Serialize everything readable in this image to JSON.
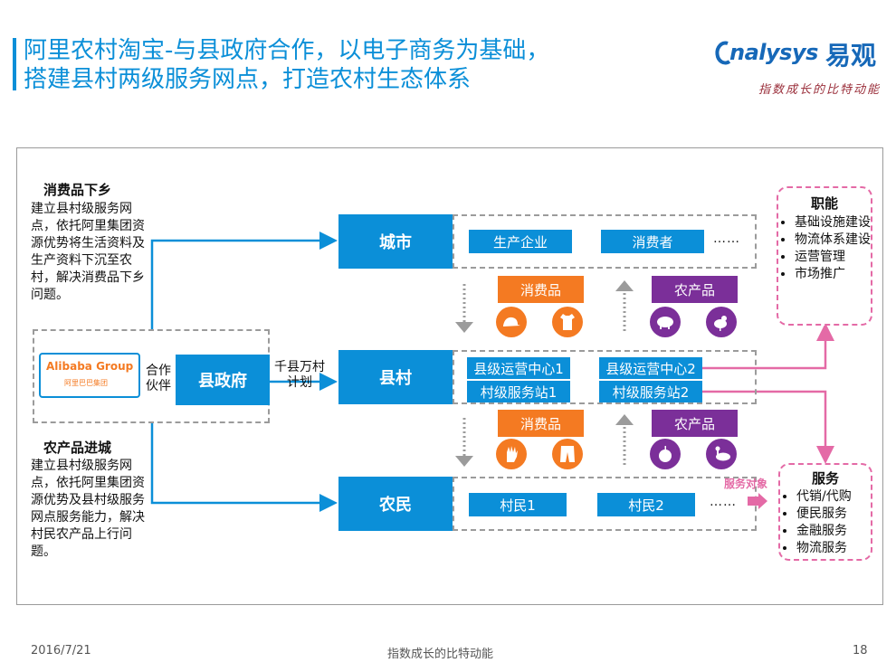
{
  "header": {
    "title_line1": "阿里农村淘宝-与县政府合作，以电子商务为基础，",
    "title_line2": "搭建县村两级服务网点，打造农村生态体系",
    "logo_en": "nalysys",
    "logo_cn": "易观",
    "logo_tagline": "指数成长的比特动能"
  },
  "left": {
    "top_heading": "消费品下乡",
    "top_text": "建立县村级服务网点，依托阿里集团资源优势将生活资料及生产资料下沉至农村，解决消费品下乡问题。",
    "bottom_heading": "农产品进城",
    "bottom_text": "建立县村级服务网点，依托阿里集团资源优势及县村级服务网点服务能力，解决村民农产品上行问题。",
    "alibaba_logo": "Alibaba Group",
    "alibaba_cn": "阿里巴巴集团",
    "partner_label": "合作伙伴",
    "gov_label": "县政府",
    "plan_label": "千县万村计划"
  },
  "rows": {
    "city": {
      "label": "城市",
      "items": [
        "生产企业",
        "消费者"
      ],
      "more": "……"
    },
    "county": {
      "label": "县村",
      "items": [
        "县级运营中心1",
        "村级服务站1",
        "县级运营中心2",
        "村级服务站2"
      ]
    },
    "farmer": {
      "label": "农民",
      "items": [
        "村民1",
        "村民2"
      ],
      "more": "……"
    }
  },
  "flows": {
    "upper_left": "消费品",
    "upper_right": "农产品",
    "lower_left": "消费品",
    "lower_right": "农产品"
  },
  "functions": {
    "heading": "职能",
    "items": [
      "基础设施建设",
      "物流体系建设",
      "运营管理",
      "市场推广"
    ]
  },
  "services": {
    "heading": "服务",
    "items": [
      "代销/代购",
      "便民服务",
      "金融服务",
      "物流服务"
    ],
    "target_label": "服务对象"
  },
  "footer": {
    "date": "2016/7/21",
    "center": "指数成长的比特动能",
    "page": "18"
  },
  "colors": {
    "accent": "#0b8fd8",
    "orange": "#f47a22",
    "purple": "#7b2f99",
    "pink": "#e46aa6"
  }
}
